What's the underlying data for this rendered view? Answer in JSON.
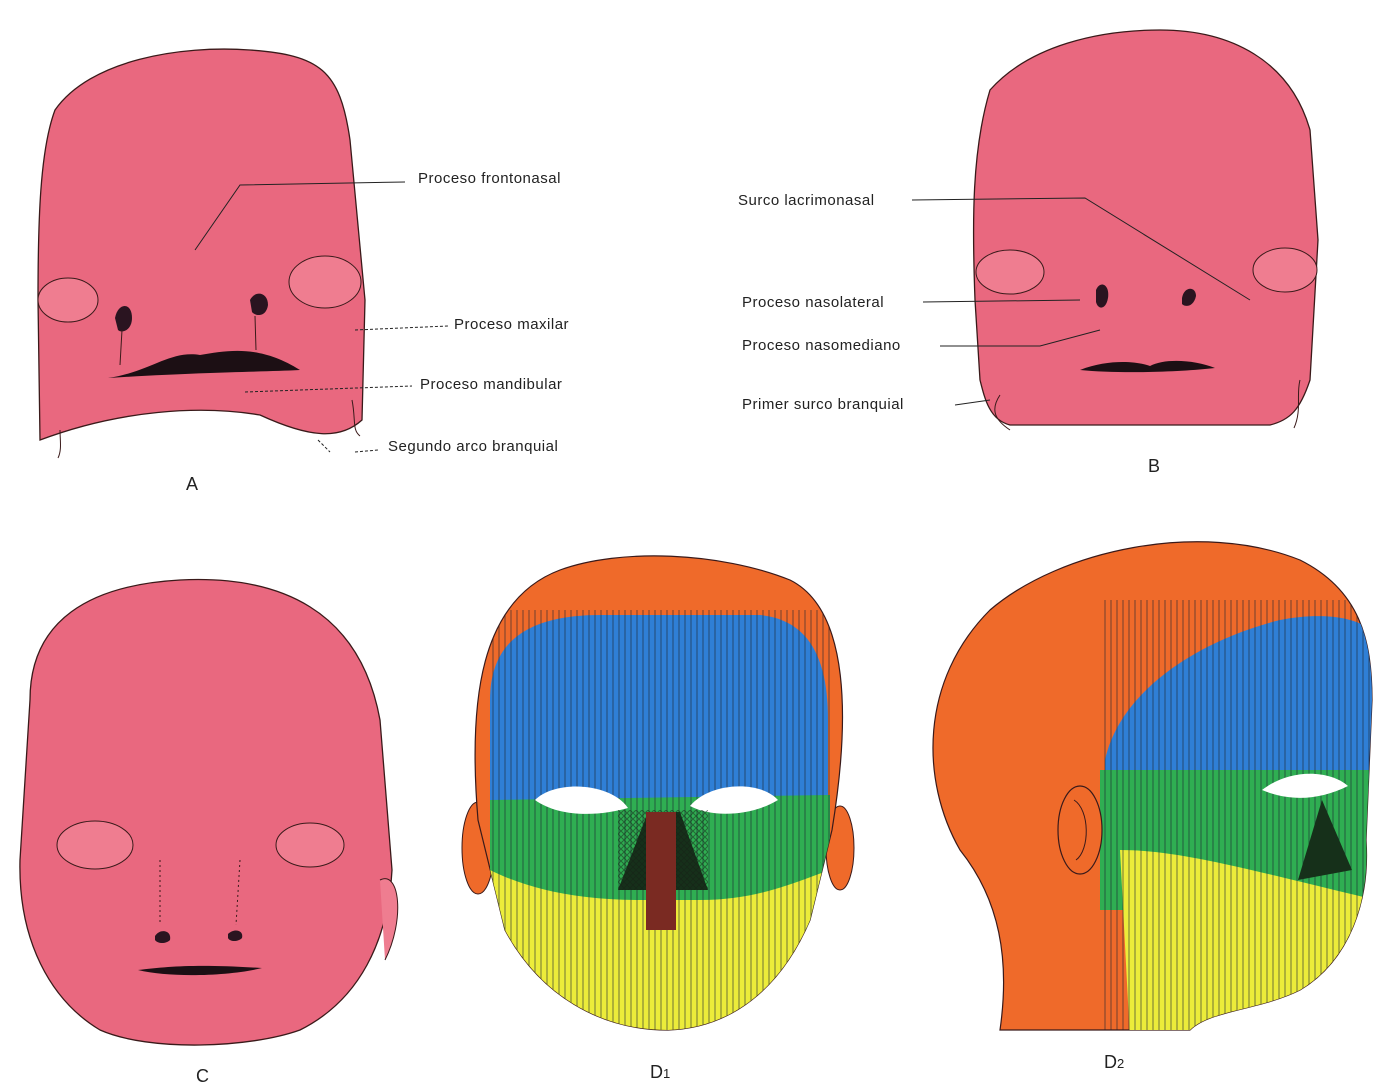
{
  "panels": {
    "a": {
      "letter": "A",
      "labels": {
        "frontonasal": "Proceso frontonasal",
        "maxilar": "Proceso maxilar",
        "mandibular": "Proceso mandibular",
        "segundo_arco": "Segundo arco branquial"
      }
    },
    "b": {
      "letter": "B",
      "labels": {
        "lacrimonasal": "Surco lacrimonasal",
        "nasolateral": "Proceso nasolateral",
        "nasomediano": "Proceso nasomediano",
        "primer_surco": "Primer surco branquial"
      }
    },
    "c": {
      "letter": "C"
    },
    "d1": {
      "letter": "D",
      "subscript": "1"
    },
    "d2": {
      "letter": "D",
      "subscript": "2"
    }
  },
  "colors": {
    "embryo_pink": "#e9687f",
    "frontonasal_orange": "#ef6a2a",
    "maxillary_blue": "#2f7fd6",
    "nasolateral_green": "#2fae52",
    "nasomedian_brown": "#7a2a22",
    "mandibular_yellow": "#ecec3a"
  }
}
